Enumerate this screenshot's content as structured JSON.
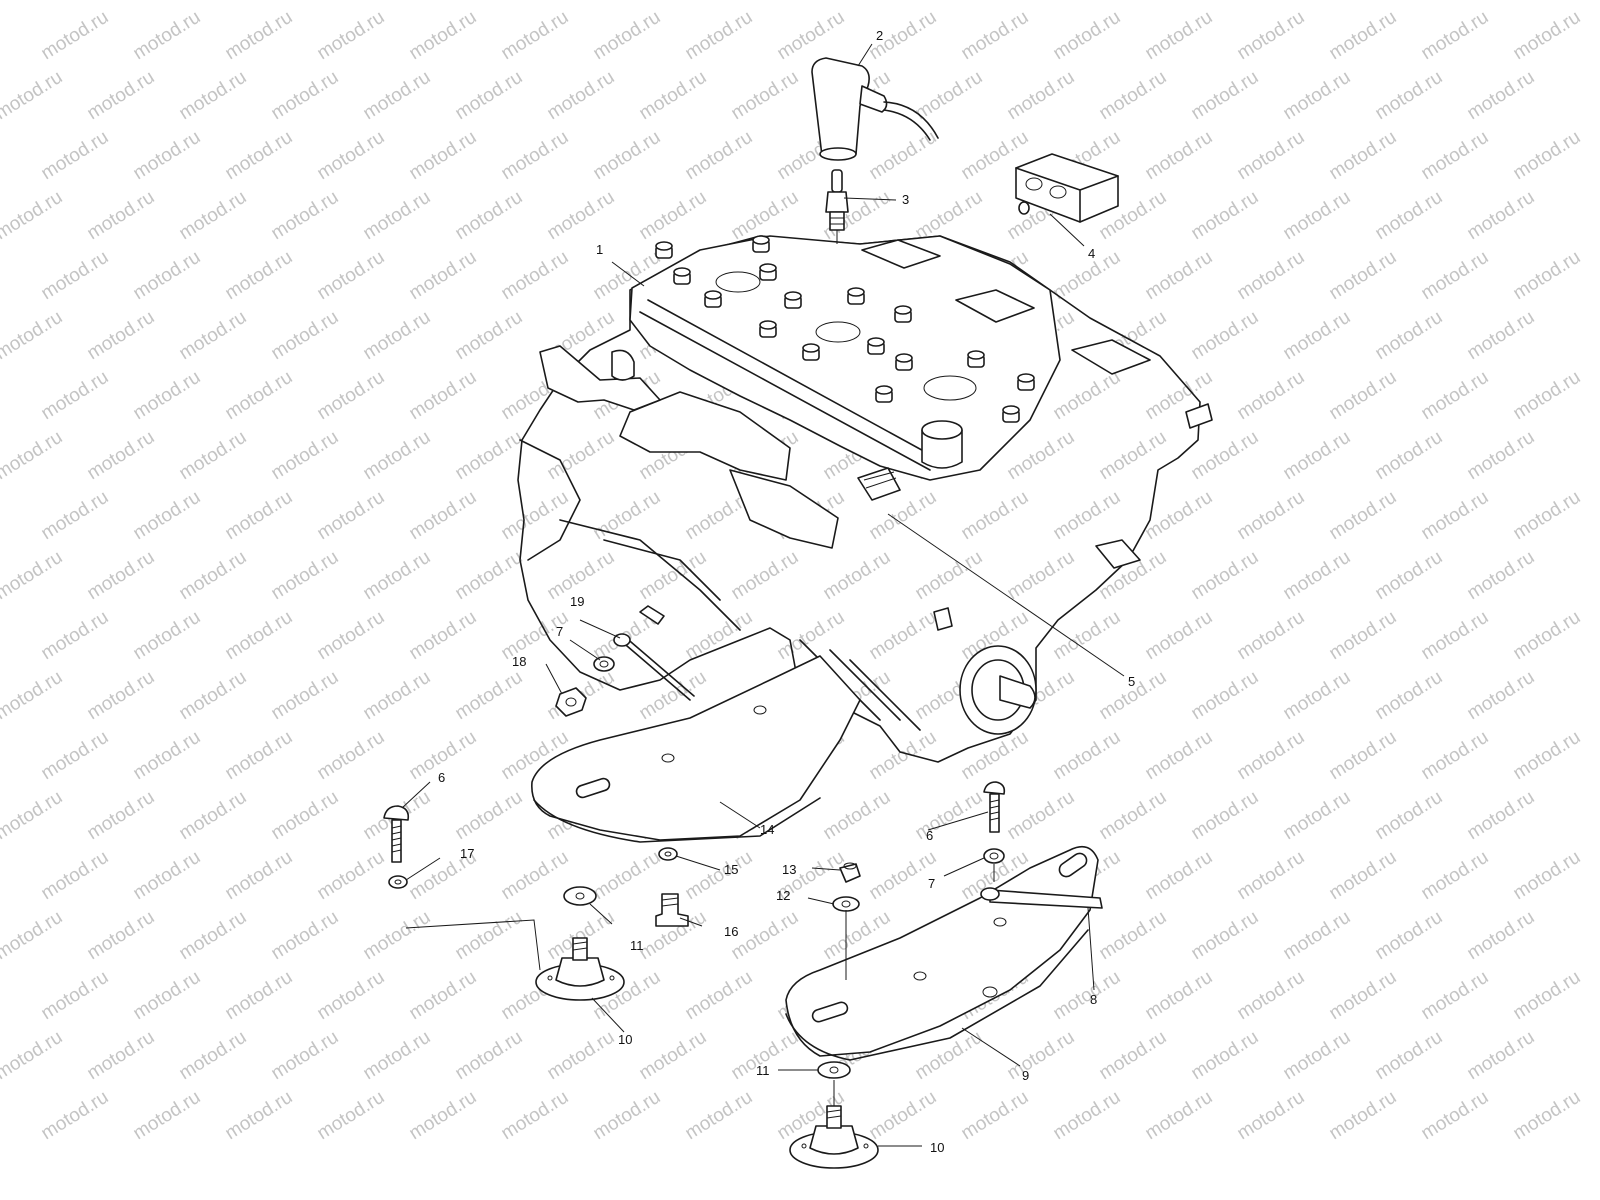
{
  "watermark": {
    "text": "motod.ru"
  },
  "callouts": [
    {
      "id": "c1a",
      "label": "1"
    },
    {
      "id": "c2",
      "label": "2"
    },
    {
      "id": "c3",
      "label": "3"
    },
    {
      "id": "c4",
      "label": "4"
    },
    {
      "id": "c5",
      "label": "5"
    },
    {
      "id": "c6a",
      "label": "6"
    },
    {
      "id": "c6b",
      "label": "6"
    },
    {
      "id": "c7a",
      "label": "7"
    },
    {
      "id": "c7b",
      "label": "7"
    },
    {
      "id": "c8",
      "label": "8"
    },
    {
      "id": "c9",
      "label": "9"
    },
    {
      "id": "c10a",
      "label": "10"
    },
    {
      "id": "c10b",
      "label": "10"
    },
    {
      "id": "c11a",
      "label": "11"
    },
    {
      "id": "c11b",
      "label": "11"
    },
    {
      "id": "c12",
      "label": "12"
    },
    {
      "id": "c13",
      "label": "13"
    },
    {
      "id": "c14",
      "label": "14"
    },
    {
      "id": "c15",
      "label": "15"
    },
    {
      "id": "c16",
      "label": "16"
    },
    {
      "id": "c17",
      "label": "17"
    },
    {
      "id": "c18",
      "label": "18"
    },
    {
      "id": "c19",
      "label": "19"
    }
  ]
}
